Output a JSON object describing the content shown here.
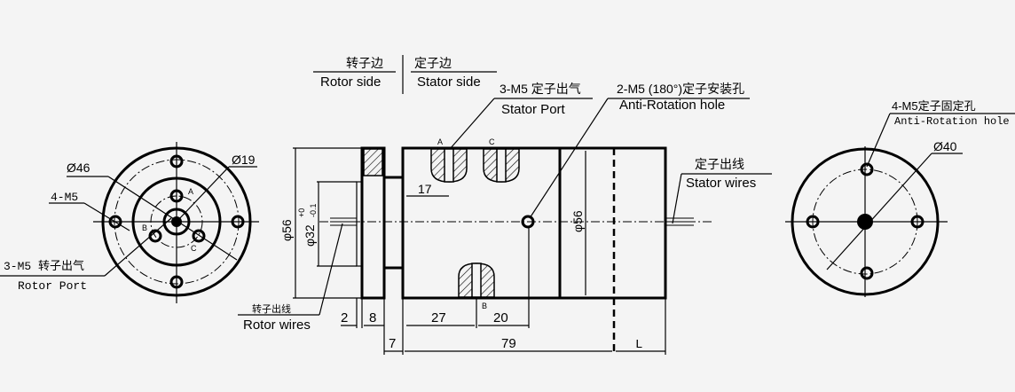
{
  "header": {
    "rotor_side_cn": "转子边",
    "rotor_side_en": "Rotor side",
    "stator_side_cn": "定子边",
    "stator_side_en": "Stator side"
  },
  "left_view": {
    "d46": "Ø46",
    "d19": "Ø19",
    "m5": "4-M5",
    "rotor_port_cn": "3-M5 转子出气",
    "rotor_port_en": "Rotor Port",
    "a": "A",
    "b": "B",
    "c": "C"
  },
  "side_view": {
    "stator_port_cn": "3-M5 定子出气",
    "stator_port_en": "Stator Port",
    "anti_rot_cn": "2-M5 (180°)定子安装孔",
    "anti_rot_en": "Anti-Rotation hole",
    "stator_wires_cn": "定子出线",
    "stator_wires_en": "Stator wires",
    "rotor_wires_cn": "转子出线",
    "rotor_wires_en": "Rotor wires",
    "d56_left": "φ56",
    "d32": "φ32",
    "d32_tol_up": "+0",
    "d32_tol_low": "-0.1",
    "d56_inner": "φ56",
    "a": "A",
    "b": "B",
    "c": "C",
    "dims": {
      "d17": "17",
      "d2": "2",
      "d8": "8",
      "d27": "27",
      "d20": "20",
      "d7": "7",
      "d79": "79",
      "dL": "L"
    }
  },
  "right_view": {
    "m5_cn": "4-M5定子固定孔",
    "anti_rot_en": "Anti-Rotation hole",
    "d40": "Ø40"
  }
}
